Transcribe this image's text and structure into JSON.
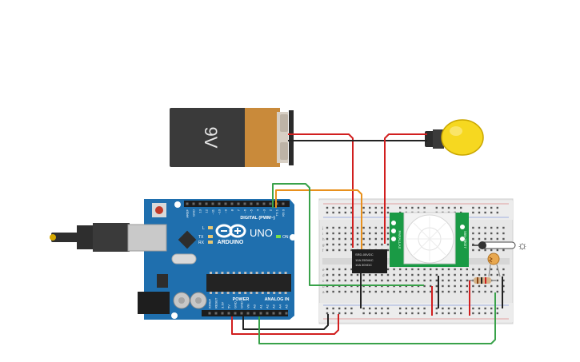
{
  "battery": {
    "label": "9V"
  },
  "arduino": {
    "brand": "ARDUINO",
    "model": "UNO",
    "digital_header": "DIGITAL (PWM~)",
    "power_header": "POWER",
    "analog_header": "ANALOG IN",
    "on_led": "ON",
    "l_led": "L",
    "tx_led": "TX",
    "rx_led": "RX",
    "top_pins": [
      "AREF",
      "GND",
      "13",
      "12",
      "~11",
      "~10",
      "~9",
      "8",
      "7",
      "~6",
      "~5",
      "4",
      "~3",
      "2",
      "TX 1",
      "RX 0"
    ],
    "bottom_pins": [
      "IOREF",
      "RESET",
      "3.3V",
      "5V",
      "GND",
      "GND",
      "Vin",
      "A0",
      "A1",
      "A2",
      "A3",
      "A4",
      "A5"
    ]
  },
  "relay": {
    "lines": [
      "SRD-05VDC",
      "10A 250VAC",
      "10A 30VDC"
    ]
  },
  "pir": {
    "left_label": "PARALLAX",
    "right_label": "555-28027"
  },
  "breadboard": {
    "top_row_letters": [
      "j",
      "i",
      "h",
      "g",
      "f"
    ],
    "bottom_row_letters": [
      "e",
      "d",
      "c",
      "b",
      "a"
    ]
  },
  "colors": {
    "wire_red": "#d11f1f",
    "wire_black": "#222222",
    "wire_orange": "#e8901c",
    "wire_green": "#39a24a",
    "board_blue": "#1f6fae",
    "breadboard": "#e9e9e9",
    "pcb_green": "#1a9a45",
    "bulb_yellow": "#f6d820"
  }
}
